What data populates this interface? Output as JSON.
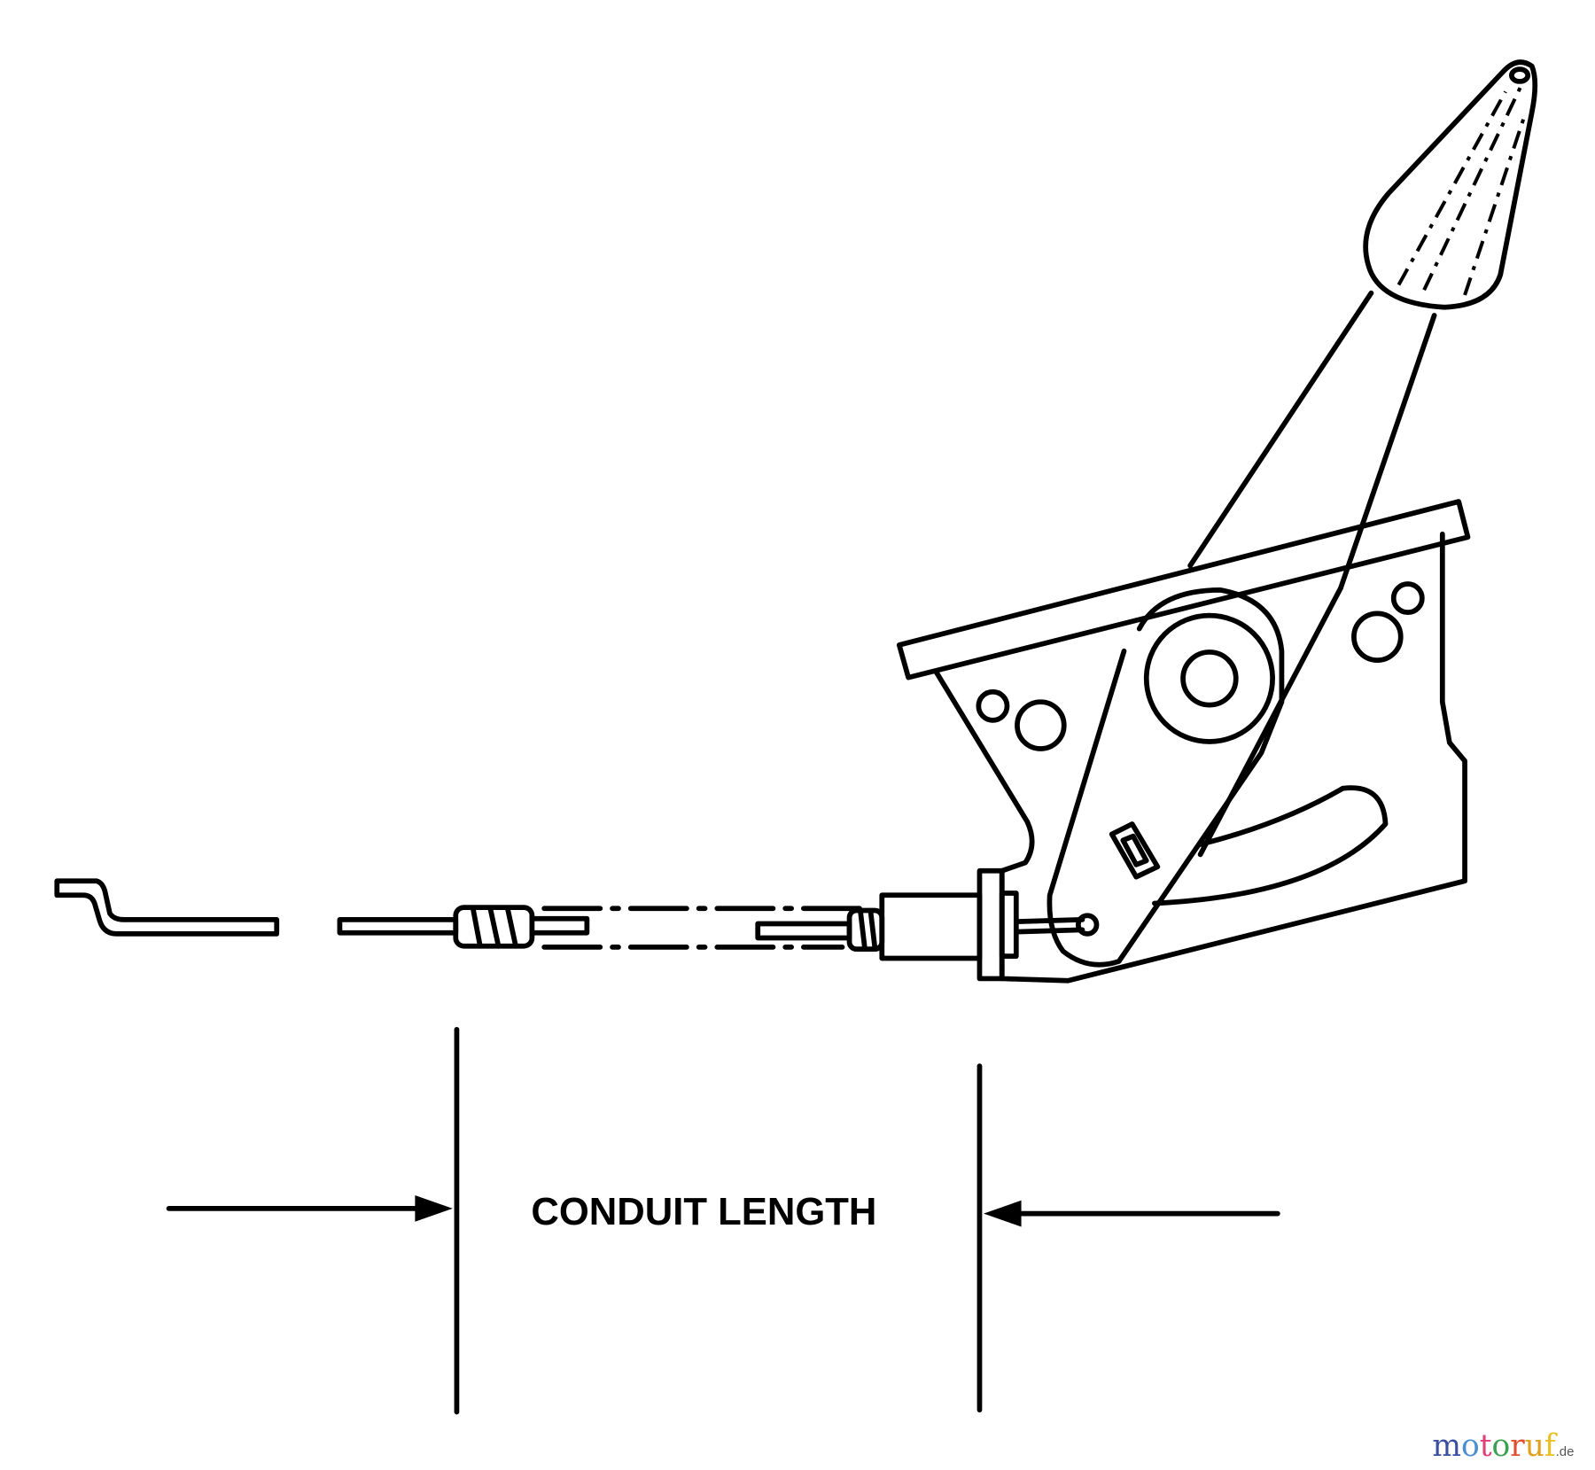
{
  "diagram": {
    "label": "CONDUIT LENGTH"
  },
  "watermark": {
    "letters": [
      "m",
      "o",
      "t",
      "o",
      "r",
      "u",
      "f"
    ],
    "colors": [
      "#3b4fa0",
      "#4a8fd0",
      "#e0407a",
      "#3aa050",
      "#e05030",
      "#e0a020",
      "#e8c020"
    ],
    "suffix": ".de",
    "text": "motoruf.de"
  }
}
